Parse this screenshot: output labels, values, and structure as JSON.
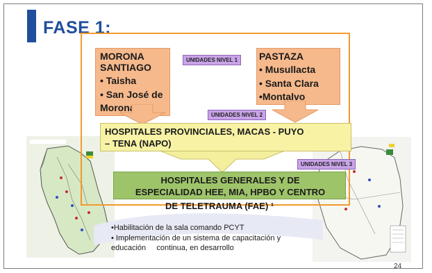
{
  "slide": {
    "title": "FASE 1:",
    "page_number": "24"
  },
  "left_box": {
    "heading_line1": "MORONA",
    "heading_line2": "SANTIAGO",
    "item1": "• Taisha",
    "item2": "• San José de",
    "item3": "Morona"
  },
  "right_box": {
    "heading": "PASTAZA",
    "item1": "• Musullacta",
    "item2": "• Santa Clara",
    "item3": "•Montalvo"
  },
  "tags": {
    "nivel1": "UNIDADES NIVEL 1",
    "nivel2": "UNIDADES NIVEL 2",
    "nivel3": "UNIDADES NIVEL 3"
  },
  "yellow_box": {
    "line1": "HOSPITALES PROVINCIALES, MACAS - PUYO",
    "line2": "– TENA (NAPO)"
  },
  "green_box": {
    "line1": "HOSPITALES GENERALES Y DE",
    "line2": "ESPECIALIDAD HEE, MIA, HPBO Y CENTRO"
  },
  "teletrauma": "DE TELETRAUMA (FAE) ¹",
  "bullets": {
    "b1": "•Habilitación de la sala comando PCYT",
    "b2_line1": "• Implementación de un sistema de capacitación y",
    "b2_line2": "educación     continua, en desarrollo"
  },
  "colors": {
    "title_blue": "#1f4e9c",
    "orange_frame": "#f39a2c",
    "peach_box": "#f6b98c",
    "yellow_box": "#f7f2a4",
    "green_box": "#9ec46a",
    "tag_purple": "#c9a3e8"
  }
}
